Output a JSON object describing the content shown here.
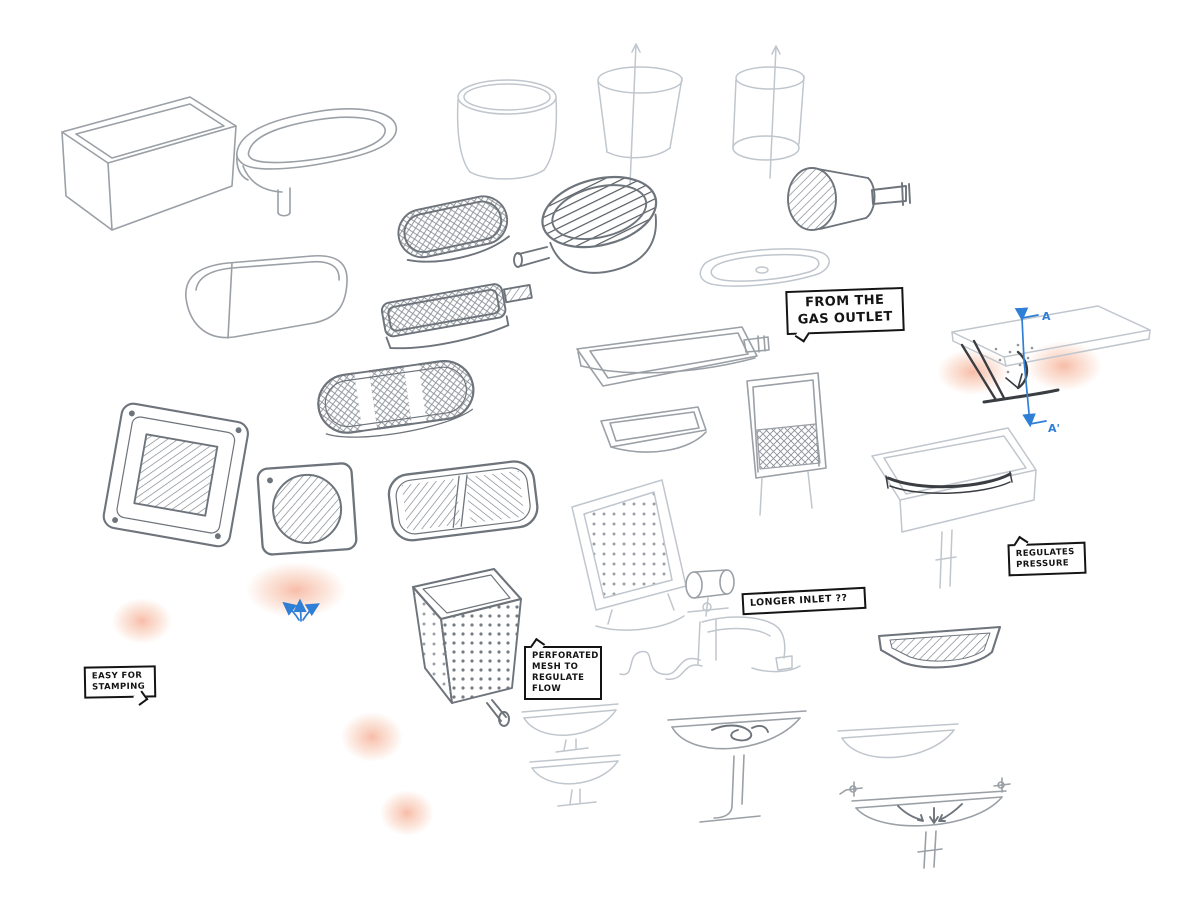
{
  "page": {
    "title": "burner-basin concept sketch sheet",
    "background": "#ffffff"
  },
  "callouts": {
    "gas_outlet": {
      "text": "FROM THE GAS OUTLET"
    },
    "regulates_pressure": {
      "text": "REGULATES PRESSURE"
    },
    "longer_inlet": {
      "text": "LONGER INLET ??"
    },
    "perforated_mesh": {
      "text": "PERFORATED MESH TO REGULATE FLOW"
    },
    "easy_stamping": {
      "text": "EASY FOR STAMPING"
    }
  },
  "section_markers": {
    "top": "A",
    "bottom": "A'"
  },
  "colors": {
    "sketch_light": "#c0c6cd",
    "sketch_medium": "#9aa0a6",
    "sketch_dark": "#6e747b",
    "ink": "#3a3d41",
    "accent_blue": "#2f7fd6",
    "highlight_orange": "#ef6a3e"
  }
}
